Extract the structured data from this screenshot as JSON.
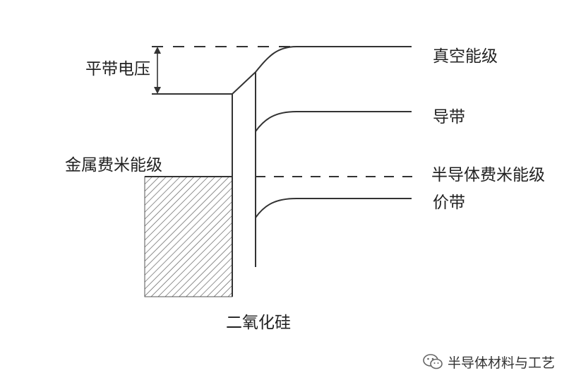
{
  "diagram": {
    "labels": {
      "flatband_voltage": "平带电压",
      "vacuum_level": "真空能级",
      "conduction_band": "导带",
      "metal_fermi_level": "金属费米能级",
      "semiconductor_fermi_level": "半导体费米能级",
      "valence_band": "价带",
      "silicon_dioxide": "二氧化硅"
    },
    "colors": {
      "line": "#333333",
      "text": "#222222",
      "hatch": "#555555"
    }
  },
  "watermark": {
    "icon": "wechat-icon",
    "text": "半导体材料与工艺"
  }
}
